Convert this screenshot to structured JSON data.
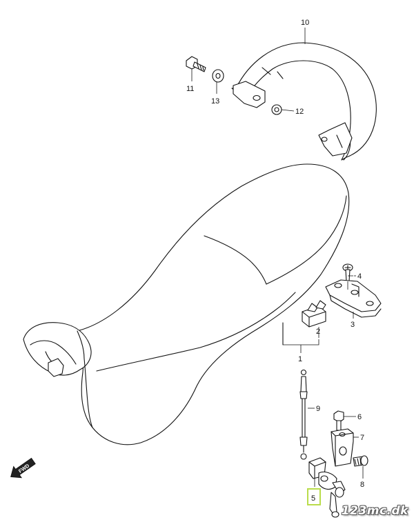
{
  "labels": {
    "p1": "1",
    "p2": "2",
    "p3": "3",
    "p4": "4",
    "p5": "5",
    "p6": "6",
    "p7": "7",
    "p8": "8",
    "p9": "9",
    "p10": "10",
    "p11": "11",
    "p12": "12",
    "p13": "13"
  },
  "fwd_badge": "FWD",
  "watermark": "123mc.dk",
  "highlighted_part": "5",
  "colors": {
    "line": "#111111",
    "highlight": "#b9dc4a",
    "background": "#ffffff"
  }
}
